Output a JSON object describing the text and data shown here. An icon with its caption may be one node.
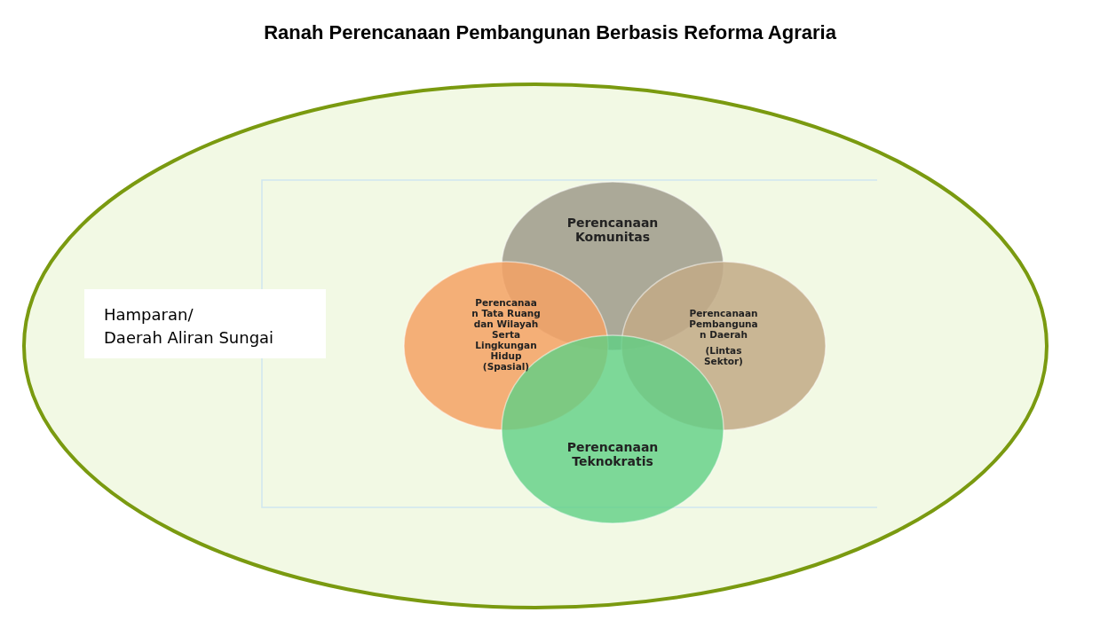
{
  "diagram": {
    "title": "Ranah Perencanaan Pembangunan Berbasis Reforma Agraria",
    "nodes": [
      {
        "text": [],
        "shape": "ellipse"
      },
      {
        "text": [
          "Hamparan/ Daerah Aliran Sungai"
        ],
        "in": 0
      },
      {
        "text": [
          "Perencanaan Komunitas"
        ],
        "in": 0
      },
      {
        "text": [
          "Perencanaa n Tata Ruang dan Wilayah Serta Lingkungan Hidup (Spasial)"
        ],
        "in": 0
      },
      {
        "text": [
          "Perencanaan Pembanguna n Daerah",
          "(Lintas Sektor)"
        ],
        "in": 0
      },
      {
        "text": [
          "Perencanaan Teknokratis"
        ],
        "in": 0
      }
    ],
    "edges": []
  }
}
